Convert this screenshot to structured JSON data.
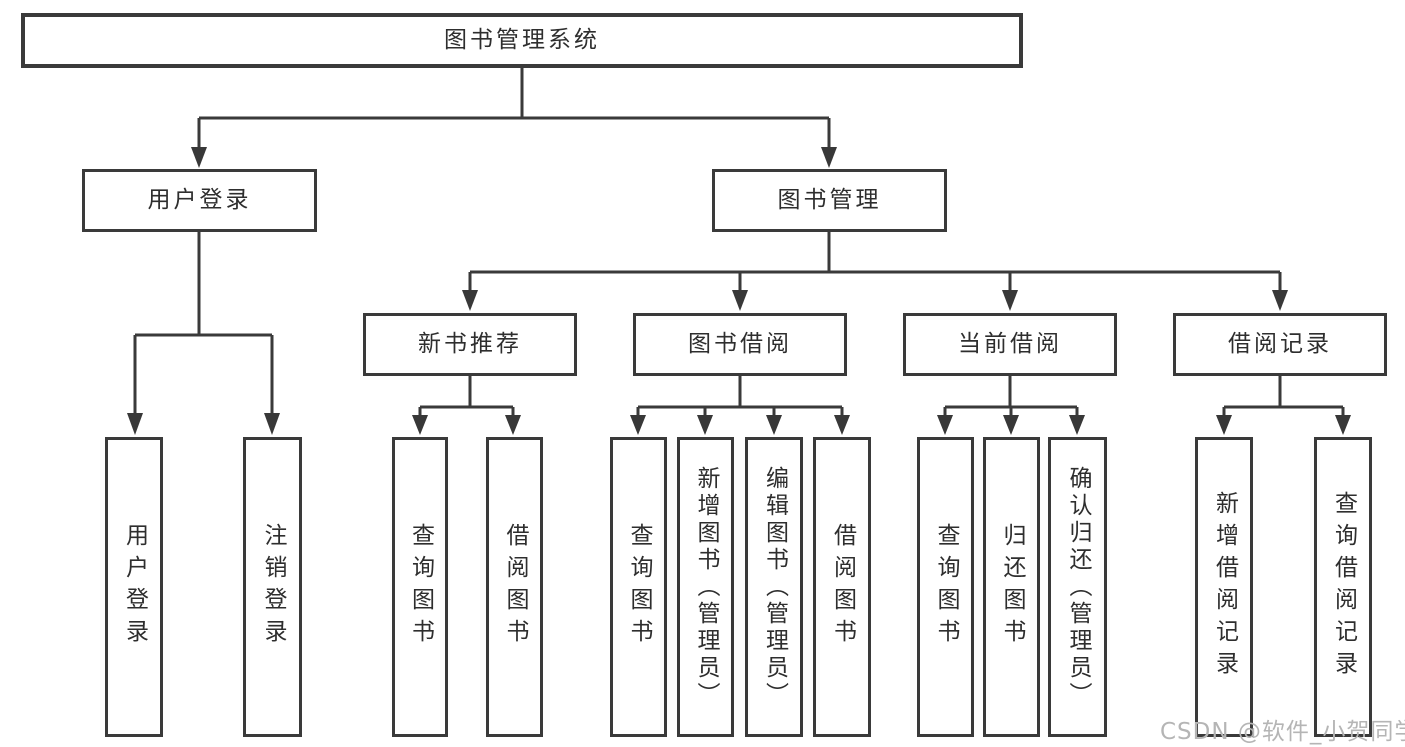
{
  "tree": {
    "root": {
      "label": "图书管理系统"
    },
    "branches": [
      {
        "label": "用户登录",
        "children": [
          {
            "label": "用户登录"
          },
          {
            "label": "注销登录"
          }
        ]
      },
      {
        "label": "图书管理",
        "children": [
          {
            "label": "新书推荐",
            "children": [
              {
                "label": "查询图书"
              },
              {
                "label": "借阅图书"
              }
            ]
          },
          {
            "label": "图书借阅",
            "children": [
              {
                "label": "查询图书"
              },
              {
                "label": "新增图书（管理员）"
              },
              {
                "label": "编辑图书（管理员）"
              },
              {
                "label": "借阅图书"
              }
            ]
          },
          {
            "label": "当前借阅",
            "children": [
              {
                "label": "查询图书"
              },
              {
                "label": "归还图书"
              },
              {
                "label": "确认归还（管理员）"
              }
            ]
          },
          {
            "label": "借阅记录",
            "children": [
              {
                "label": "新增借阅记录"
              },
              {
                "label": "查询借阅记录"
              }
            ]
          }
        ]
      }
    ]
  },
  "watermark": {
    "text": "CSDN @软件_小贺同学"
  },
  "colors": {
    "background": "#ffffff",
    "box_border": "#3a3a3a",
    "box_text": "#2e2e2e",
    "connector": "#3a3a3a",
    "watermark_text": "#b5b5b5"
  }
}
